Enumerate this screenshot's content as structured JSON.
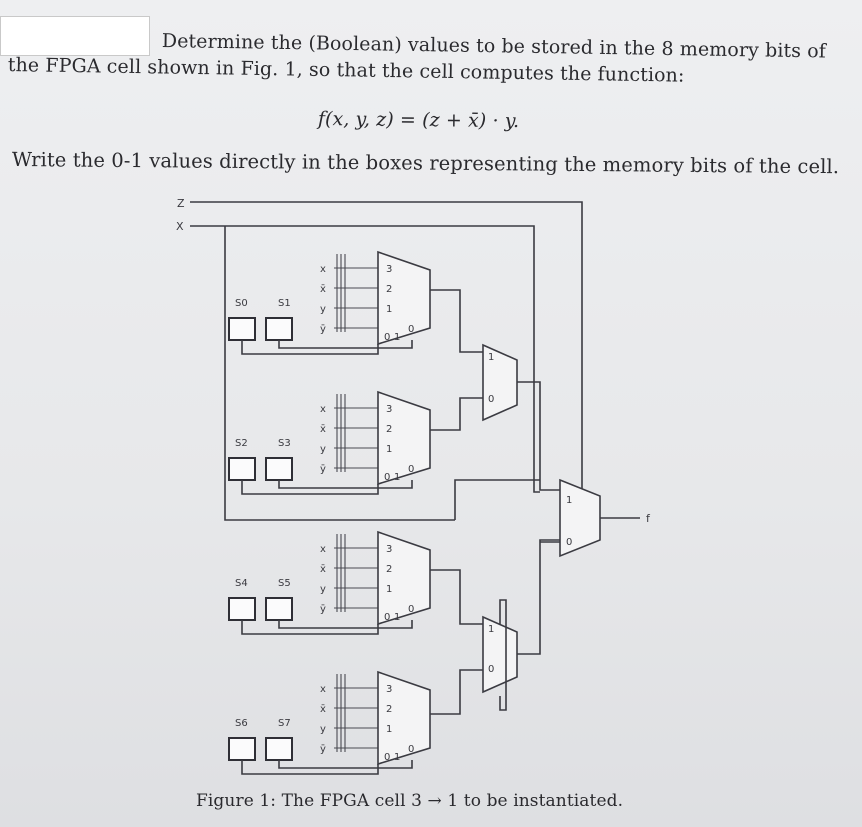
{
  "problem": {
    "line1": "Determine the (Boolean) values to be stored in the 8 memory bits of",
    "line2": "the FPGA cell shown in Fig. 1, so that the cell computes the function:",
    "formula": "f(x, y, z) = (z + x̄) · y.",
    "line3": "Write the 0-1 values directly in the boxes representing the memory bits of the cell."
  },
  "figure": {
    "caption": "Figure 1: The FPGA cell 3 → 1 to be instantiated.",
    "global_inputs": [
      "Z",
      "X"
    ],
    "output_label": "f",
    "mux4_inputs": [
      "x",
      "x̄",
      "y",
      "ȳ"
    ],
    "mux4_data_labels": [
      "3",
      "2",
      "1"
    ],
    "mux4_select_labels": [
      "0",
      "1",
      "0"
    ],
    "mux2_labels": [
      "1",
      "0"
    ],
    "memory_bits": [
      {
        "pair": [
          "S0",
          "S1"
        ],
        "values": [
          "",
          ""
        ]
      },
      {
        "pair": [
          "S2",
          "S3"
        ],
        "values": [
          "",
          ""
        ]
      },
      {
        "pair": [
          "S4",
          "S5"
        ],
        "values": [
          "",
          ""
        ]
      },
      {
        "pair": [
          "S6",
          "S7"
        ],
        "values": [
          "",
          ""
        ]
      }
    ]
  }
}
